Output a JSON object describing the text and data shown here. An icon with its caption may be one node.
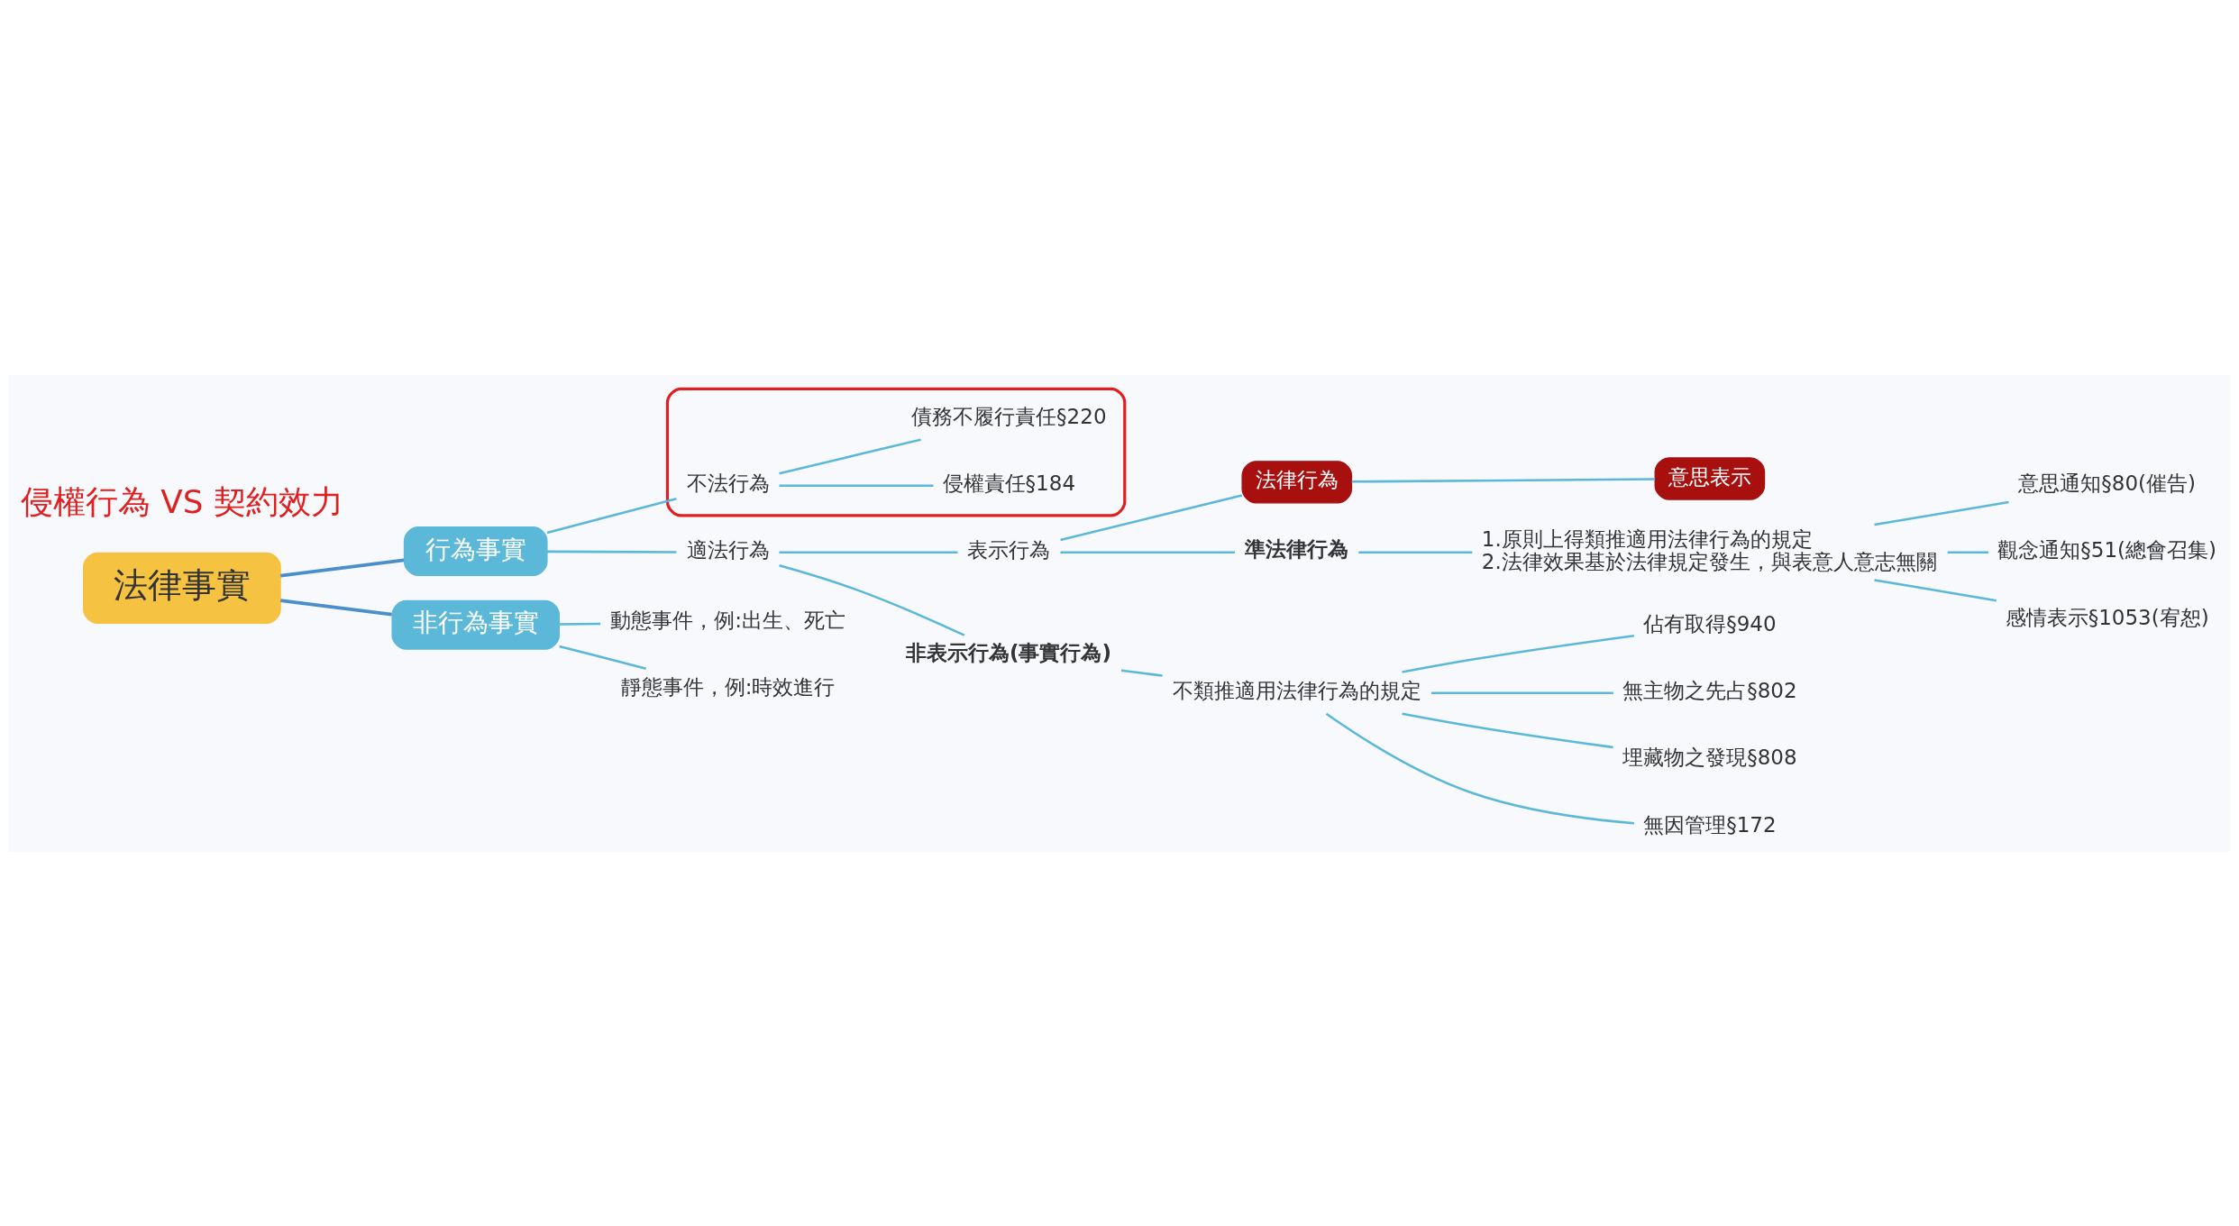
{
  "diagram": {
    "nodes": [
      {
        "text": [
          "法律事實"
        ]
      },
      {
        "text": [
          "行為事實"
        ]
      },
      {
        "text": [],
        "shape": "ellipse"
      },
      {
        "text": [
          "不法行為"
        ],
        "in": 2
      },
      {
        "text": [
          "侵權責任§184"
        ],
        "in": 2
      },
      {
        "text": [
          "債務不履行責任§220"
        ],
        "in": 2
      },
      {
        "text": [
          "適法行為"
        ]
      },
      {
        "text": [
          "表示行為"
        ]
      },
      {
        "text": [
          "法律行為"
        ]
      },
      {
        "text": [
          "意思表示"
        ]
      },
      {
        "text": [
          "準法律行為"
        ]
      },
      {
        "text": [
          "1.原則上得類推適用法律行為的規定",
          "2.法律效果基於法律規定發生，與表意人意志無關"
        ]
      },
      {
        "text": [
          "意思通知§80(催告)"
        ]
      },
      {
        "text": [
          "觀念通知§51(總會召集)"
        ]
      },
      {
        "text": [
          "感情表示§1053(宥恕)"
        ]
      },
      {
        "text": [
          "非表示行為(事實行為)"
        ]
      },
      {
        "text": [
          "不類推適用法律行為的規定"
        ]
      },
      {
        "text": [
          "佔有取得§940"
        ]
      },
      {
        "text": [
          "無主物之先占§802"
        ]
      },
      {
        "text": [
          "埋藏物之發現§808"
        ]
      },
      {
        "text": [
          "無因管理§172"
        ]
      },
      {
        "text": [
          "非行為事實"
        ]
      },
      {
        "text": [
          "動態事件，例:出生、死亡"
        ]
      },
      {
        "text": [
          "靜態事件，例:時效進行"
        ]
      }
    ],
    "edges": [
      {
        "from": 0,
        "to": 1,
        "arrow": "none",
        "color": "#4a8fcb"
      },
      {
        "from": 1,
        "to": 3,
        "arrow": "none"
      },
      {
        "from": 3,
        "to": 4,
        "arrow": "none"
      },
      {
        "from": 3,
        "to": 5,
        "arrow": "none"
      },
      {
        "from": 1,
        "to": 6,
        "arrow": "none"
      },
      {
        "from": 6,
        "to": 7,
        "arrow": "none"
      },
      {
        "from": 7,
        "to": 8,
        "arrow": "none"
      },
      {
        "from": 8,
        "to": 9,
        "arrow": "none"
      },
      {
        "from": 7,
        "to": 10,
        "arrow": "none"
      },
      {
        "from": 10,
        "to": 11,
        "arrow": "none"
      },
      {
        "from": 11,
        "to": 12,
        "arrow": "none"
      },
      {
        "from": 11,
        "to": 13,
        "arrow": "none"
      },
      {
        "from": 11,
        "to": 14,
        "arrow": "none"
      },
      {
        "from": 6,
        "to": 15,
        "arrow": "none"
      },
      {
        "from": 15,
        "to": 16,
        "arrow": "none"
      },
      {
        "from": 16,
        "to": 17,
        "arrow": "none"
      },
      {
        "from": 16,
        "to": 18,
        "arrow": "none"
      },
      {
        "from": 16,
        "to": 19,
        "arrow": "none"
      },
      {
        "from": 16,
        "to": 20,
        "arrow": "none"
      },
      {
        "from": 0,
        "to": 21,
        "arrow": "none",
        "color": "#4a8fcb"
      },
      {
        "from": 21,
        "to": 22,
        "arrow": "none"
      },
      {
        "from": 21,
        "to": 23,
        "arrow": "none"
      }
    ],
    "labels": [
      "侵權行為 VS 契約效力"
    ]
  }
}
